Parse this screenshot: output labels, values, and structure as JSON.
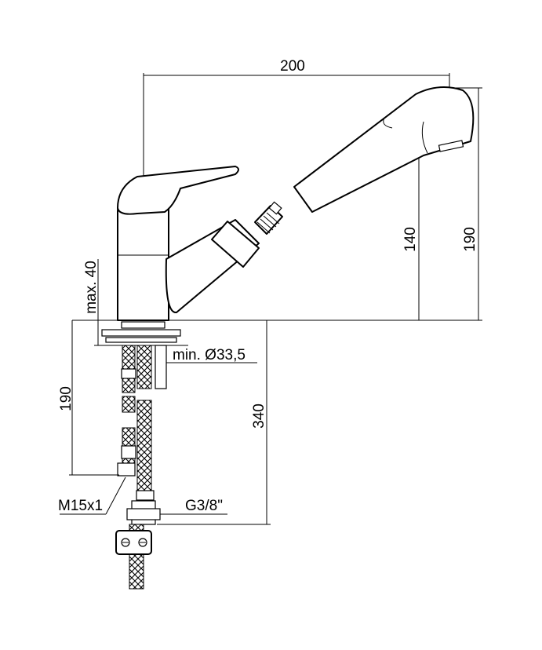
{
  "drawing": {
    "title": "",
    "dimensions": {
      "reach": "200",
      "spout_height": "140",
      "total_height": "190",
      "max_deck": "max. 40",
      "hole": "min. Ø33,5",
      "hose_short": "190",
      "hose_long": "340",
      "thread_male": "M15x1",
      "thread_gas": "G3/8\""
    }
  }
}
